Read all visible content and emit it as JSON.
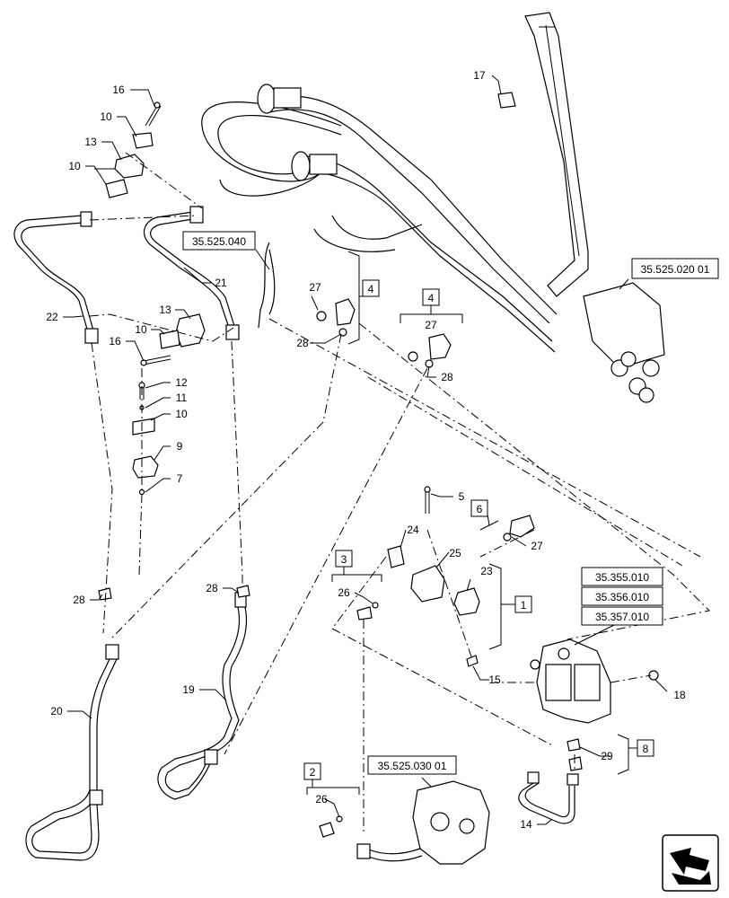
{
  "callouts": [
    {
      "key": "c16a",
      "text": "16"
    },
    {
      "key": "c10a",
      "text": "10"
    },
    {
      "key": "c13a",
      "text": "13"
    },
    {
      "key": "c10b",
      "text": "10"
    },
    {
      "key": "c21",
      "text": "21"
    },
    {
      "key": "c22",
      "text": "22"
    },
    {
      "key": "c13b",
      "text": "13"
    },
    {
      "key": "c10c",
      "text": "10"
    },
    {
      "key": "c16b",
      "text": "16"
    },
    {
      "key": "c12",
      "text": "12"
    },
    {
      "key": "c11",
      "text": "11"
    },
    {
      "key": "c10d",
      "text": "10"
    },
    {
      "key": "c9",
      "text": "9"
    },
    {
      "key": "c7",
      "text": "7"
    },
    {
      "key": "c27a",
      "text": "27"
    },
    {
      "key": "c28a",
      "text": "28"
    },
    {
      "key": "c27b",
      "text": "27"
    },
    {
      "key": "c28b",
      "text": "28"
    },
    {
      "key": "c17",
      "text": "17"
    },
    {
      "key": "c5",
      "text": "5"
    },
    {
      "key": "c24",
      "text": "24"
    },
    {
      "key": "c25",
      "text": "25"
    },
    {
      "key": "c27c",
      "text": "27"
    },
    {
      "key": "c23",
      "text": "23"
    },
    {
      "key": "c26a",
      "text": "26"
    },
    {
      "key": "c15",
      "text": "15"
    },
    {
      "key": "c28c",
      "text": "28"
    },
    {
      "key": "c28d",
      "text": "28"
    },
    {
      "key": "c19",
      "text": "19"
    },
    {
      "key": "c20",
      "text": "20"
    },
    {
      "key": "c18",
      "text": "18"
    },
    {
      "key": "c29",
      "text": "29"
    },
    {
      "key": "c26b",
      "text": "26"
    },
    {
      "key": "c14",
      "text": "14"
    }
  ],
  "boxes": {
    "b4a": "4",
    "b4b": "4",
    "b6": "6",
    "b3": "3",
    "b1": "1",
    "b2": "2",
    "b8": "8"
  },
  "references": {
    "r1": "35.525.040",
    "r2": "35.525.020 01",
    "r3": "35.355.010",
    "r4": "35.356.010",
    "r5": "35.357.010",
    "r6": "35.525.030 01"
  }
}
